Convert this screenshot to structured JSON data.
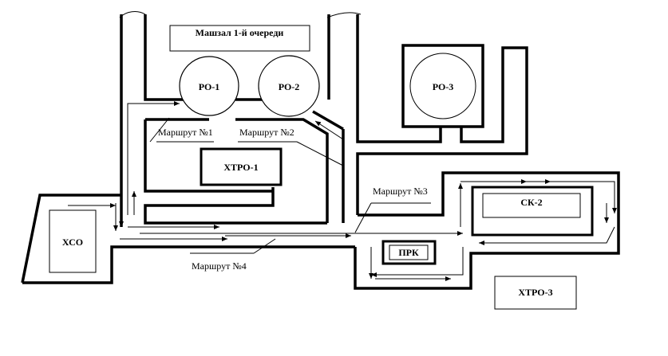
{
  "labels": {
    "hall": "Машзал 1-й очереди",
    "ro1": "РО-1",
    "ro2": "РО-2",
    "ro3": "РО-3",
    "xtro1": "ХТРО-1",
    "xtro3": "ХТРО-3",
    "xco": "ХСО",
    "ck2": "СК-2",
    "prk": "ПРК",
    "route1": "Маршрут №1",
    "route2": "Маршрут №2",
    "route3": "Маршрут №3",
    "route4": "Маршрут №4"
  }
}
